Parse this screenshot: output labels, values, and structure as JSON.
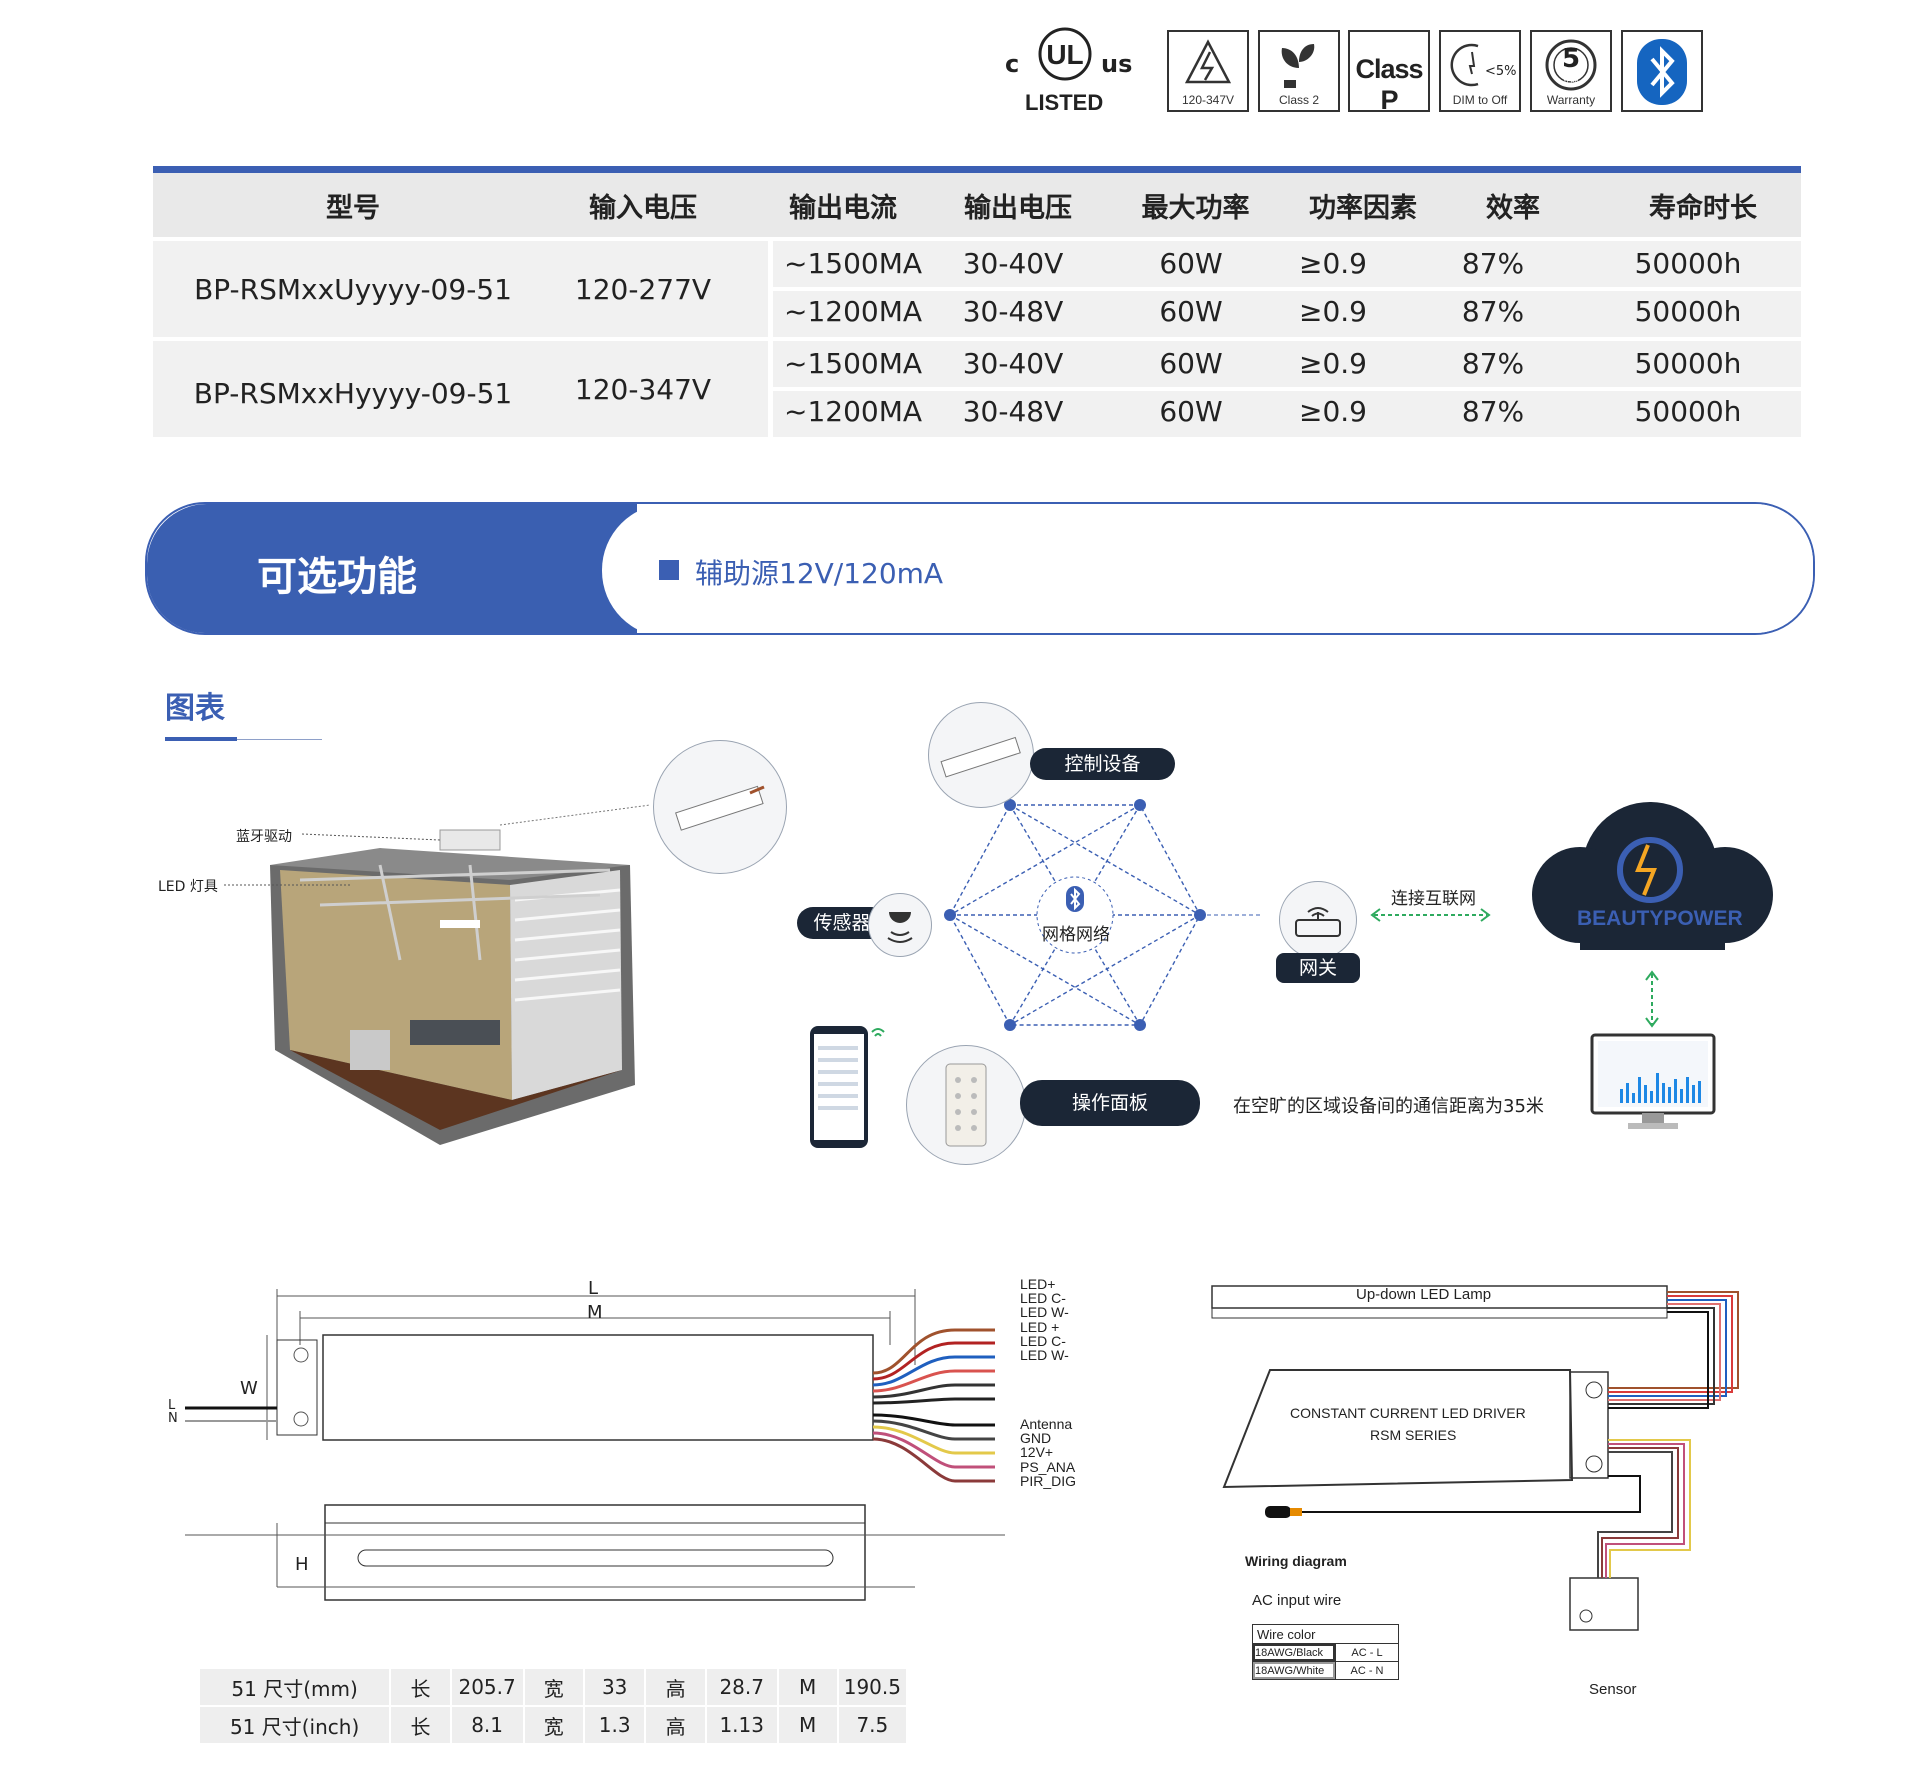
{
  "certs": {
    "ul": {
      "c": "c",
      "us": "us",
      "mark": "UL",
      "listed": "LISTED"
    },
    "items": [
      {
        "icon": "high-voltage-icon",
        "caption": "120-347V"
      },
      {
        "icon": "plant-plug-icon",
        "caption": "Class 2"
      },
      {
        "icon": "class-p-icon",
        "text": "Class P",
        "caption": ""
      },
      {
        "icon": "dimming-icon",
        "text": "<5%",
        "caption": "DIM to Off"
      },
      {
        "icon": "five-year-icon",
        "text": "5",
        "ring": "YEAR",
        "caption": "Warranty"
      },
      {
        "icon": "bluetooth-icon",
        "caption": ""
      }
    ]
  },
  "spec_table": {
    "headers": [
      "型号",
      "输入电压",
      "输出电流",
      "输出电压",
      "最大功率",
      "功率因素",
      "效率",
      "寿命时长"
    ],
    "groups": [
      {
        "model": "BP-RSMxxUyyyy-09-51",
        "input": "120-277V",
        "rows": [
          [
            "~1500MA",
            "30-40V",
            "60W",
            "≥0.9",
            "87%",
            "50000h"
          ],
          [
            "~1200MA",
            "30-48V",
            "60W",
            "≥0.9",
            "87%",
            "50000h"
          ]
        ]
      },
      {
        "model": "BP-RSMxxHyyyy-09-51",
        "input": "120-347V",
        "rows": [
          [
            "~1500MA",
            "30-40V",
            "60W",
            "≥0.9",
            "87%",
            "50000h"
          ],
          [
            "~1200MA",
            "30-48V",
            "60W",
            "≥0.9",
            "87%",
            "50000h"
          ]
        ]
      }
    ]
  },
  "optional": {
    "title": "可选功能",
    "item": "辅助源12V/120mA"
  },
  "section_title": "图表",
  "room": {
    "driver_label": "蓝牙驱动",
    "lamp_label": "LED 灯具"
  },
  "network": {
    "control_device": "控制设备",
    "sensor": "传感器",
    "mesh": "网格网络",
    "gateway": "网关",
    "connect_internet": "连接互联网",
    "cloud_brand": "BEAUTYPOWER",
    "panel": "操作面板",
    "range_note": "在空旷的区域设备间的通信距离为35米"
  },
  "driver_drawing": {
    "L": "L",
    "M": "M",
    "W": "W",
    "H": "H",
    "line": "L",
    "neutral": "N",
    "output_wires": [
      "LED+",
      "LED C-",
      "LED W-",
      "LED +",
      "LED C-",
      "LED W-"
    ],
    "signal_wires": [
      "Antenna",
      "GND",
      "12V+",
      "PS_ANA",
      "PIR_DIG"
    ]
  },
  "wiring": {
    "lamp": "Up-down LED Lamp",
    "driver_line1": "CONSTANT CURRENT LED DRIVER",
    "driver_line2": "RSM SERIES",
    "title": "Wiring diagram",
    "ac_title": "AC input wire",
    "wire_color_header": "Wire color",
    "rows": [
      [
        "18AWG/Black",
        "AC - L"
      ],
      [
        "18AWG/White",
        "AC - N"
      ]
    ],
    "sensor": "Sensor"
  },
  "dimensions": {
    "rows": [
      [
        "51 尺寸(mm)",
        "长",
        "205.7",
        "宽",
        "33",
        "高",
        "28.7",
        "M",
        "190.5"
      ],
      [
        "51 尺寸(inch)",
        "长",
        "8.1",
        "宽",
        "1.3",
        "高",
        "1.13",
        "M",
        "7.5"
      ]
    ]
  },
  "colors": {
    "accent": "#3b5fb3",
    "dark_pill": "#1b2636",
    "header_bg": "#e9e9e9",
    "row_bg": "#f1f1f1"
  }
}
